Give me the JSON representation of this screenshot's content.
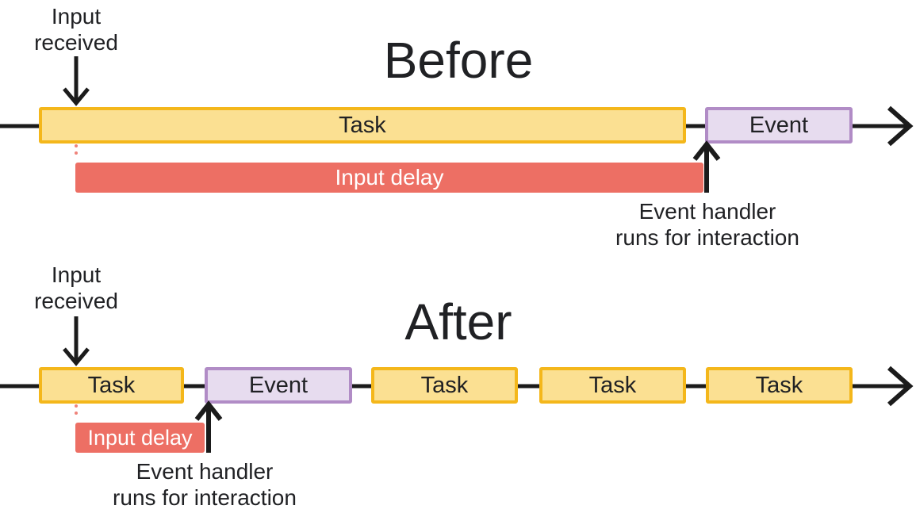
{
  "colors": {
    "task_fill": "#FBE092",
    "task_border": "#F4B71B",
    "event_fill": "#E7DCEF",
    "event_border": "#B18CC6",
    "delay_fill": "#ED6F64",
    "delay_dot": "#EF837A",
    "delay_text": "#FFFFFF",
    "line_color": "#1B1B1B",
    "text_color": "#202124",
    "bg": "#FFFFFF"
  },
  "before": {
    "title": "Before",
    "input_received_label": "Input\nreceived",
    "task_label": "Task",
    "event_label": "Event",
    "input_delay_label": "Input delay",
    "event_handler_label": "Event handler\nruns for interaction"
  },
  "after": {
    "title": "After",
    "input_received_label": "Input\nreceived",
    "event_label": "Event",
    "task_labels": [
      "Task",
      "Task",
      "Task",
      "Task"
    ],
    "input_delay_label": "Input delay",
    "event_handler_label": "Event handler\nruns for interaction"
  }
}
